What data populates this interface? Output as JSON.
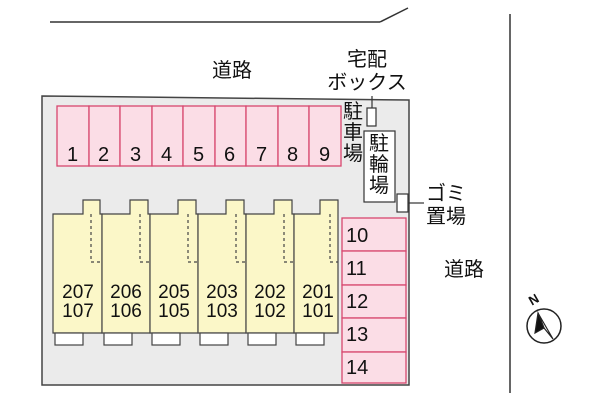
{
  "roads": {
    "top": "道路",
    "right": "道路"
  },
  "parking": {
    "label": "駐車場",
    "top_row": [
      "1",
      "2",
      "3",
      "4",
      "5",
      "6",
      "7",
      "8",
      "9"
    ],
    "right_column": [
      "10",
      "11",
      "12",
      "13",
      "14"
    ]
  },
  "bicycle_parking": {
    "label": "駐輪場"
  },
  "delivery_box": {
    "line1": "宅配",
    "line2": "ボックス"
  },
  "garbage": {
    "line1": "ゴミ",
    "line2": "置場"
  },
  "units": [
    {
      "upper": "207",
      "lower": "107"
    },
    {
      "upper": "206",
      "lower": "106"
    },
    {
      "upper": "205",
      "lower": "105"
    },
    {
      "upper": "203",
      "lower": "103"
    },
    {
      "upper": "202",
      "lower": "102"
    },
    {
      "upper": "201",
      "lower": "101"
    }
  ],
  "compass": {
    "north": "N"
  },
  "colors": {
    "site_fill": "#ebebeb",
    "parking_fill": "#fbdde6",
    "parking_stroke": "#d8476f",
    "building_fill": "#fbf7c8"
  }
}
